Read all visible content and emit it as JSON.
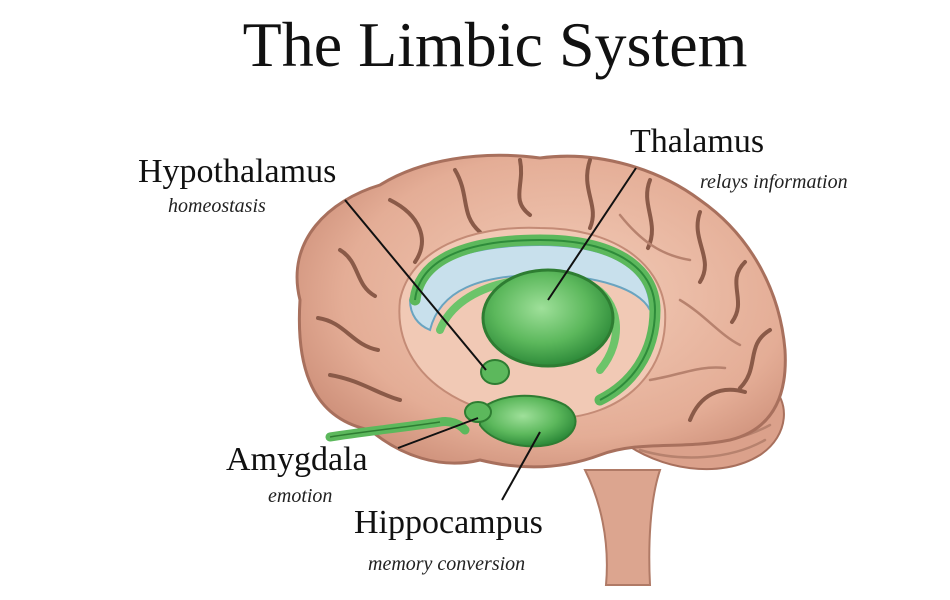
{
  "title": "The Limbic System",
  "labels": {
    "hypothalamus": {
      "name": "Hypothalamus",
      "function": "homeostasis"
    },
    "thalamus": {
      "name": "Thalamus",
      "function": "relays information"
    },
    "amygdala": {
      "name": "Amygdala",
      "function": "emotion"
    },
    "hippocampus": {
      "name": "Hippocampus",
      "function": "memory conversion"
    }
  },
  "colors": {
    "brain": "#e9b8a2",
    "brain_shadow": "#c98a74",
    "limbic_green": "#5cb85c",
    "limbic_dark": "#2e8b3a",
    "ventricle": "#c8e0ec"
  }
}
